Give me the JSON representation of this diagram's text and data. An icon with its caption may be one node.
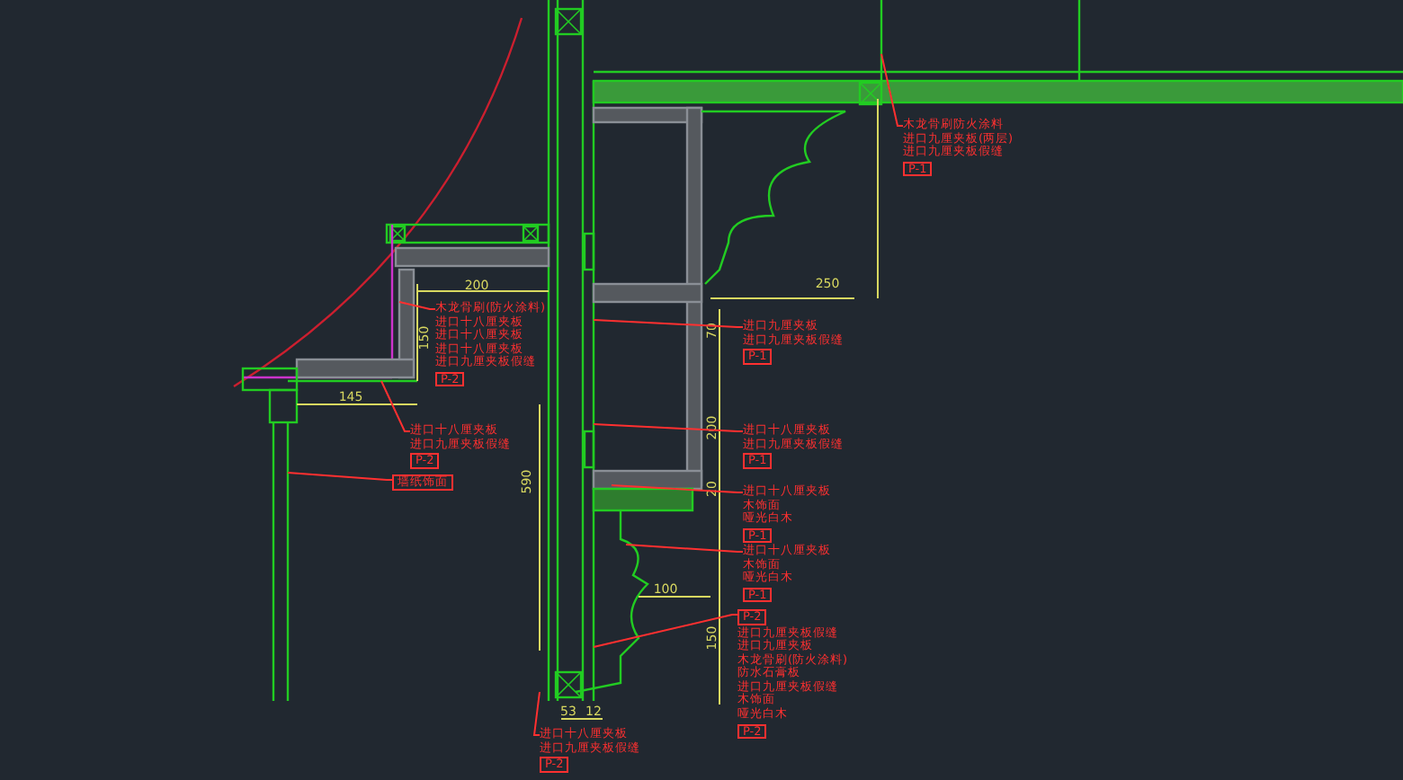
{
  "diagram": {
    "nodes": [
      {
        "text": [
          "木龙骨刷防火涂料",
          "进口九厘夹板(两层)",
          "进口九厘夹板假缝",
          "P-1"
        ]
      },
      {
        "text": [
          "木龙骨刷(防火涂料)",
          "进口十八厘夹板",
          "进口十八厘夹板",
          "进口十八厘夹板",
          "进口九厘夹板假缝",
          "P-2"
        ]
      },
      {
        "text": [
          "进口十八厘夹板",
          "进口九厘夹板假缝",
          "P-2"
        ]
      },
      {
        "text": [
          "墙纸饰面"
        ]
      },
      {
        "text": [
          "进口九厘夹板",
          "进口九厘夹板假缝",
          "P-1"
        ]
      },
      {
        "text": [
          "进口十八厘夹板",
          "进口九厘夹板假缝",
          "P-1"
        ]
      },
      {
        "text": [
          "进口十八厘夹板",
          "木饰面",
          "哑光白木",
          "P-1"
        ]
      },
      {
        "text": [
          "进口十八厘夹板",
          "木饰面",
          "哑光白木",
          "P-1"
        ]
      },
      {
        "text": [
          "P-2",
          "进口九厘夹板假缝",
          "进口九厘夹板",
          "木龙骨刷(防火涂料)",
          "防水石膏板",
          "进口九厘夹板假缝",
          "木饰面",
          "哑光白木",
          "P-2"
        ]
      },
      {
        "text": [
          "进口十八厘夹板",
          "进口九厘夹板假缝",
          "P-2"
        ]
      }
    ],
    "edges": [
      {
        "from": 0,
        "to": null,
        "arrow": "none"
      },
      {
        "from": 1,
        "to": null,
        "arrow": "none"
      },
      {
        "from": 2,
        "to": null,
        "arrow": "none"
      },
      {
        "from": 3,
        "to": null,
        "arrow": "none"
      },
      {
        "from": 4,
        "to": null,
        "arrow": "none"
      },
      {
        "from": 5,
        "to": null,
        "arrow": "none"
      },
      {
        "from": 6,
        "to": null,
        "arrow": "none"
      },
      {
        "from": 7,
        "to": null,
        "arrow": "none"
      },
      {
        "from": 8,
        "to": null,
        "arrow": "none"
      },
      {
        "from": 9,
        "to": null,
        "arrow": "none"
      }
    ],
    "labels": [
      "250",
      "200",
      "150",
      "145",
      "70",
      "200",
      "20",
      "590",
      "100",
      "150",
      "53",
      "12"
    ]
  }
}
